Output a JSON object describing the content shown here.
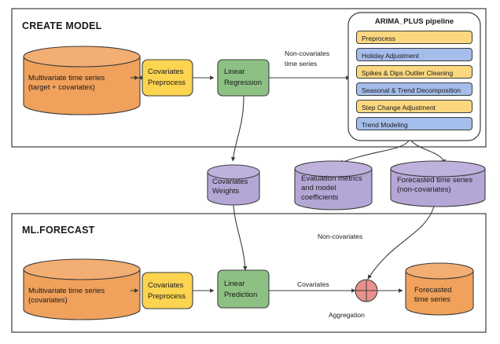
{
  "diagram": {
    "title_hidden": "",
    "colors": {
      "orange_fill": "#F0A15B",
      "orange_top": "#F3AE73",
      "yellow_fill": "#FCD450",
      "green_fill": "#8CC183",
      "purple_fill": "#B4A7D6",
      "purple_top": "#BEB2DC",
      "pipeline_yellow": "#FBD780",
      "pipeline_blue": "#A4BDEA",
      "aggregation_fill": "#E8918C",
      "stroke": "#3c3c3c",
      "frame_stroke": "#3c3c3c",
      "background": "#FFFFFF"
    },
    "frames": [
      {
        "id": "create-model",
        "title": "CREATE MODEL"
      },
      {
        "id": "ml-forecast",
        "title": "ML.FORECAST"
      }
    ],
    "create_model": {
      "source_db": {
        "line1": "Multivariate time series",
        "line2": "(target + covariates)"
      },
      "preprocess": {
        "line1": "Covariates",
        "line2": "Preprocess"
      },
      "regression": {
        "line1": "Linear",
        "line2": "Regression"
      },
      "edge_to_pipeline": {
        "line1": "Non-covariates",
        "line2": "time series"
      }
    },
    "pipeline": {
      "title": "ARIMA_PLUS pipeline",
      "steps": [
        {
          "label": "Preprocess",
          "tone": "yellow"
        },
        {
          "label": "Holiday Adjustment",
          "tone": "blue"
        },
        {
          "label": "Spikes & Dips Outlier Cleaning",
          "tone": "yellow"
        },
        {
          "label": "Seasonal & Trend Decomposition",
          "tone": "blue"
        },
        {
          "label": "Step Change Adjustment",
          "tone": "yellow"
        },
        {
          "label": "Trend Modeling",
          "tone": "blue"
        }
      ]
    },
    "intermediate_stores": [
      {
        "id": "covariates-weights",
        "line1": "Covariates",
        "line2": "Weights",
        "line3": ""
      },
      {
        "id": "evaluation-metrics",
        "line1": "Evaluation metrics",
        "line2": "and model",
        "line3": "coefficients"
      },
      {
        "id": "forecasted-non-covariates",
        "line1": "Forecasted time series",
        "line2": "(non-covariates)",
        "line3": ""
      }
    ],
    "ml_forecast": {
      "source_db": {
        "line1": "Multivariate time series",
        "line2": "(covariates)"
      },
      "preprocess": {
        "line1": "Covariates",
        "line2": "Preprocess"
      },
      "prediction": {
        "line1": "Linear",
        "line2": "Prediction"
      },
      "edge_covariates": "Covariates",
      "edge_non_covariates": "Non-covariates",
      "aggregation_label": "Aggregation",
      "output_db": {
        "line1": "Forecasted",
        "line2": "time series"
      }
    }
  }
}
